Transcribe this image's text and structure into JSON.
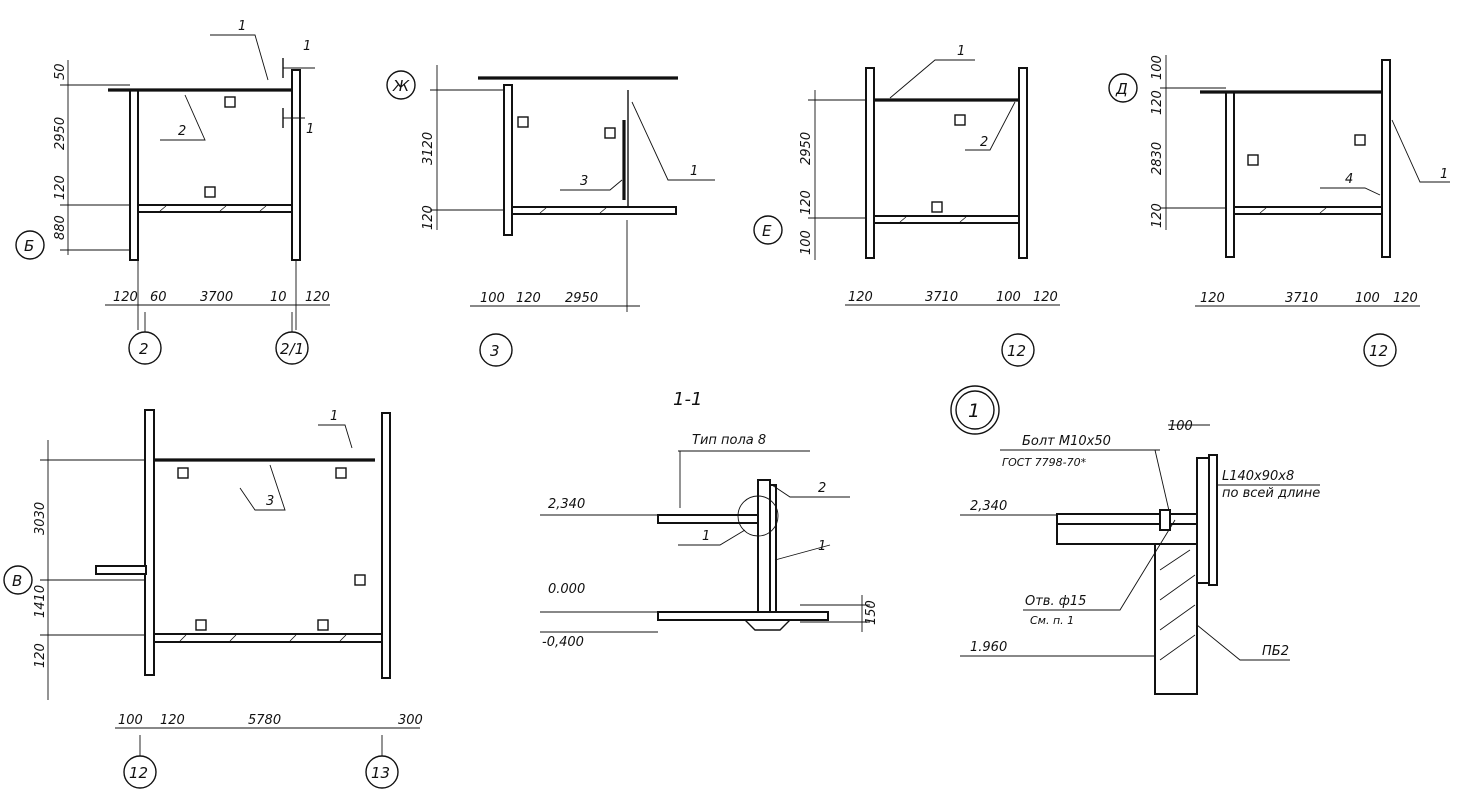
{
  "plans": {
    "p1": {
      "axis_row": "Б",
      "axis_cols": [
        "2",
        "2/1"
      ],
      "dims_h": [
        "120",
        "60",
        "3700",
        "10",
        "120"
      ],
      "dims_v": [
        "50",
        "2950",
        "120",
        "880"
      ],
      "leaders": [
        "1",
        "1",
        "1",
        "2"
      ]
    },
    "p2": {
      "axis_row": "Ж",
      "axis_cols": [
        "3"
      ],
      "dims_h": [
        "100",
        "120",
        "2950"
      ],
      "dims_v": [
        "3120",
        "120"
      ],
      "leaders": [
        "1",
        "3"
      ]
    },
    "p3": {
      "axis_row": "Е",
      "axis_cols": [
        "12"
      ],
      "dims_h": [
        "120",
        "3710",
        "100",
        "120"
      ],
      "dims_v": [
        "2950",
        "120",
        "100"
      ],
      "leaders": [
        "1",
        "2"
      ]
    },
    "p4": {
      "axis_row": "Д",
      "axis_cols": [
        "12"
      ],
      "dims_h": [
        "120",
        "3710",
        "100",
        "120"
      ],
      "dims_v": [
        "100",
        "120",
        "2830",
        "120"
      ],
      "leaders": [
        "1",
        "4"
      ]
    },
    "p5": {
      "axis_row": "В",
      "axis_cols": [
        "12",
        "13"
      ],
      "dims_h": [
        "100",
        "120",
        "5780",
        "300"
      ],
      "dims_v": [
        "3030",
        "1410",
        "120"
      ],
      "leaders": [
        "1",
        "3"
      ]
    }
  },
  "section": {
    "title": "1-1",
    "floor_type": "Тип пола 8",
    "elevations": [
      "2,340",
      "0.000",
      "-0,400"
    ],
    "dim": "150",
    "leaders": [
      "1",
      "1",
      "2"
    ]
  },
  "detail": {
    "number": "1",
    "bolt": "Болт М10х50",
    "gost": "ГОСТ 7798-70*",
    "angle": "L140х90х8",
    "angle_note": "по всей длине",
    "hole": "Отв. ф15",
    "hole_note": "См. п. 1",
    "dim": "100",
    "elevations": [
      "2,340",
      "1.960"
    ],
    "mark": "ПБ2"
  }
}
